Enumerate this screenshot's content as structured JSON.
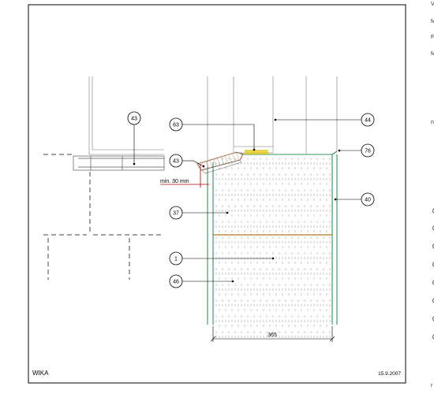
{
  "drawing": {
    "company": "WIKA",
    "date": "15.9.2007",
    "min_clearance_label": "min. 30 mm",
    "dimension_label": "365"
  },
  "callouts": [
    {
      "id": "43a",
      "label": "43"
    },
    {
      "id": "63",
      "label": "63"
    },
    {
      "id": "43b",
      "label": "43"
    },
    {
      "id": "44",
      "label": "44"
    },
    {
      "id": "76",
      "label": "76"
    },
    {
      "id": "40",
      "label": "40"
    },
    {
      "id": "37",
      "label": "37"
    },
    {
      "id": "1",
      "label": "1"
    },
    {
      "id": "46",
      "label": "46"
    }
  ],
  "right_edge_text": [
    "V",
    "M",
    "F",
    "M",
    "n",
    "r"
  ],
  "colors": {
    "wall_outline": "#2f8f5c",
    "insulation_line": "#b87722",
    "gasket": "#e0c400",
    "wood_sill": "#a0522d",
    "red_dimension": "#b00000"
  }
}
